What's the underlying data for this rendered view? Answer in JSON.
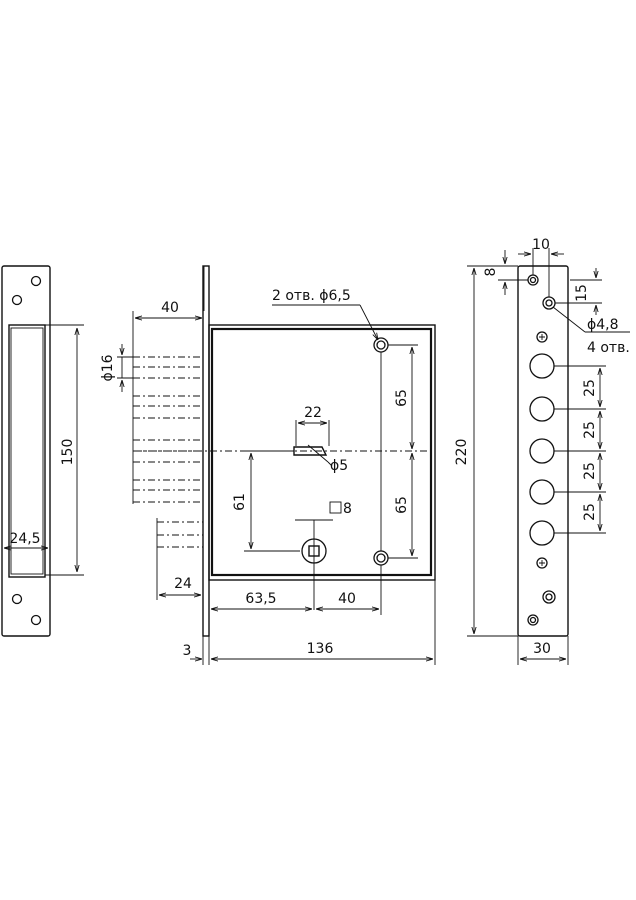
{
  "dimensions": {
    "strike_height": "150",
    "strike_width": "24,5",
    "bolt_throw": "40",
    "bolt_diameter": "ϕ16",
    "latch_throw": "24",
    "faceplate_thickness": "3",
    "body_width": "136",
    "backset_lower": "63,5",
    "lower_spacing": "40",
    "mount_holes_label": "2 отв. ϕ6,5",
    "upper_hole_offset": "65",
    "lower_hole_offset": "65",
    "slot_width": "22",
    "slot_hole": "ϕ5",
    "key_height": "61",
    "square_spindle": "8",
    "faceplate_height": "220",
    "faceplate_top_offset": "8",
    "faceplate_hole_spacing_top": "10",
    "faceplate_hole_offset": "15",
    "faceplate_holes_label_line1": "ϕ4,8",
    "faceplate_holes_label_line2": "4 отв.",
    "bolt_pitch_1": "25",
    "bolt_pitch_2": "25",
    "bolt_pitch_3": "25",
    "bolt_pitch_4": "25",
    "faceplate_width": "30"
  }
}
